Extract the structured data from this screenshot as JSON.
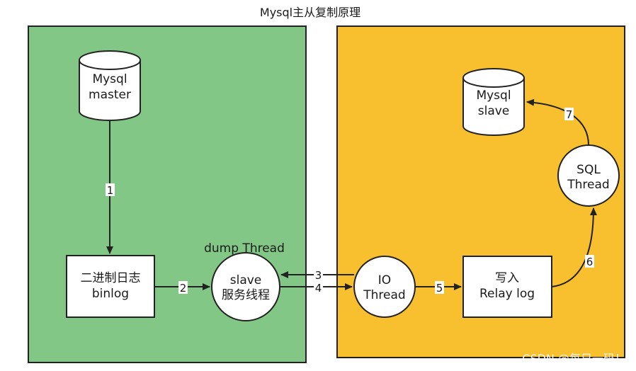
{
  "title": "Mysql主从复制原理",
  "colors": {
    "master_region": "#82c785",
    "slave_region": "#f8bf2f",
    "node_fill": "#ffffff",
    "stroke": "#222222"
  },
  "master": {
    "db_line1": "Mysql",
    "db_line2": "master",
    "binlog_line1": "二进制日志",
    "binlog_line2": "binlog",
    "dump_caption": "dump Thread",
    "dump_line1": "slave",
    "dump_line2": "服务线程"
  },
  "slave": {
    "db_line1": "Mysql",
    "db_line2": "slave",
    "io_line1": "IO",
    "io_line2": "Thread",
    "relay_line1": "写入",
    "relay_line2": "Relay log",
    "sql_line1": "SQL",
    "sql_line2": "Thread"
  },
  "steps": {
    "s1": "1",
    "s2": "2",
    "s3": "3",
    "s4": "4",
    "s5": "5",
    "s6": "6",
    "s7": "7"
  },
  "watermark": "CSDN @每日一码！"
}
